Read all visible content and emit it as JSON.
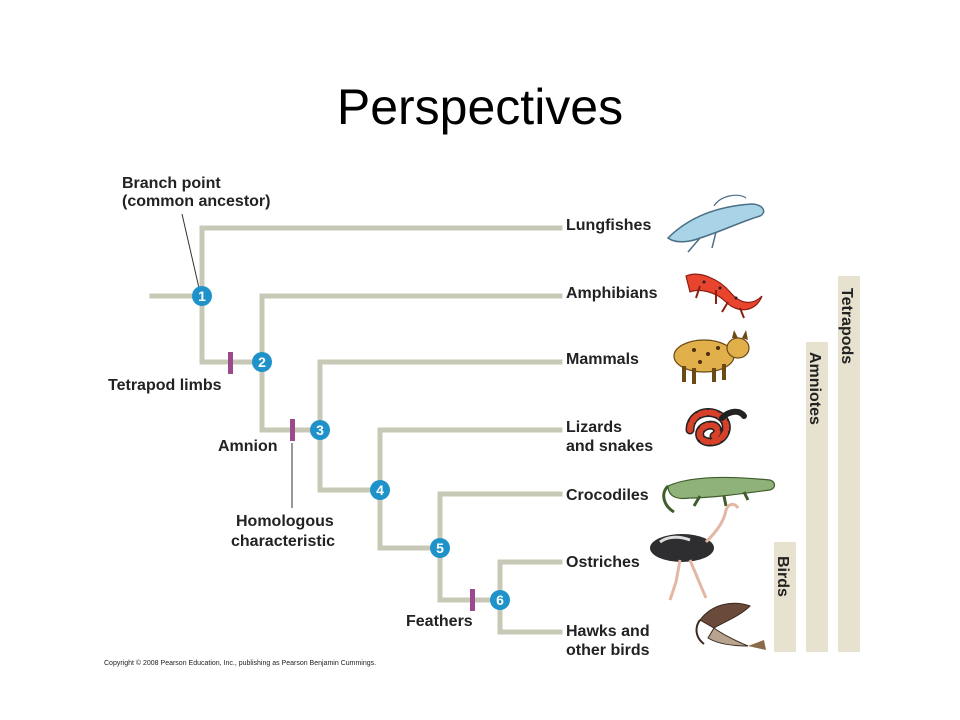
{
  "title": "Perspectives",
  "labels": {
    "branch_point": [
      "Branch point",
      "(common ancestor)"
    ],
    "tetrapod_limbs": "Tetrapod limbs",
    "amnion": "Amnion",
    "homologous": [
      "Homologous",
      "characteristic"
    ],
    "feathers": "Feathers"
  },
  "taxa": [
    {
      "lines": [
        "Lungfishes"
      ]
    },
    {
      "lines": [
        "Amphibians"
      ]
    },
    {
      "lines": [
        "Mammals"
      ]
    },
    {
      "lines": [
        "Lizards",
        "and snakes"
      ]
    },
    {
      "lines": [
        "Crocodiles"
      ]
    },
    {
      "lines": [
        "Ostriches"
      ]
    },
    {
      "lines": [
        "Hawks and",
        "other birds"
      ]
    }
  ],
  "nodes": [
    "1",
    "2",
    "3",
    "4",
    "5",
    "6"
  ],
  "clades": {
    "tetrapods": "Tetrapods",
    "amniotes": "Amniotes",
    "birds": "Birds"
  },
  "copyright": "Copyright © 2008 Pearson Education, Inc., publishing as Pearson Benjamin Cummings.",
  "colors": {
    "branch": "#c7c9b6",
    "node": "#1f93c9",
    "marker": "#9b4b8c",
    "clade_bar": "#e6e2cf"
  }
}
